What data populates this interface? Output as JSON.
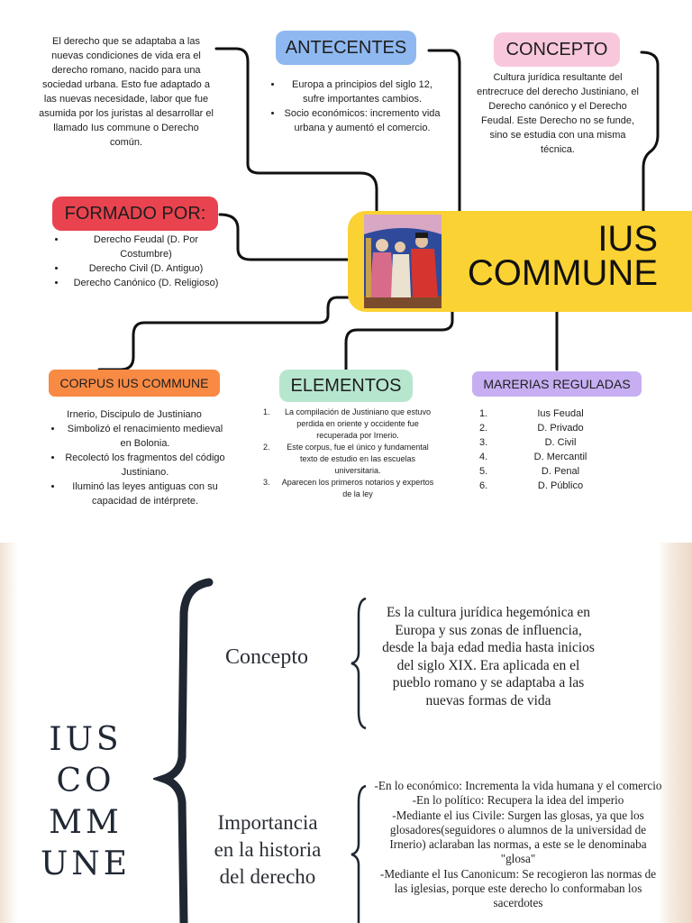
{
  "intro_text": "El derecho que se adaptaba a las nuevas condiciones de vida era el derecho romano, nacido para una sociedad urbana. Esto fue adaptado a las nuevas necesidade, labor que fue asumida por los juristas al desarrollar el llamado Ius commune o Derecho común.",
  "antecedentes": {
    "title": "ANTECENTES",
    "items": [
      "Europa a principios del siglo 12, sufre importantes cambios.",
      "Socio económicos: incremento vida urbana y aumentó el comercio."
    ]
  },
  "concepto": {
    "title": "CONCEPTO",
    "text": "Cultura jurídica resultante del entrecruce del derecho Justiniano, el Derecho canónico y el Derecho Feudal. Este Derecho no se funde, sino se estudia con una misma técnica."
  },
  "formado": {
    "title": "FORMADO POR:",
    "items": [
      "Derecho Feudal (D. Por Costumbre)",
      "Derecho Civil (D. Antiguo)",
      "Derecho Canónico (D. Religioso)"
    ]
  },
  "center": {
    "line1": "IUS",
    "line2": "COMMUNE"
  },
  "corpus": {
    "title": "CORPUS IUS COMMUNE",
    "lead": "Irnerio, Discipulo de Justiniano",
    "items": [
      "Simbolizó el renacimiento medieval en Bolonia.",
      "Recolectó los fragmentos del código Justiniano.",
      "Iluminó las leyes antiguas con su capacidad de intérprete."
    ]
  },
  "elementos": {
    "title": "ELEMENTOS",
    "items": [
      {
        "n": "1.",
        "t": "La compilación de Justiniano que estuvo perdida en oriente y occidente fue recuperada por Irnerio."
      },
      {
        "n": "2.",
        "t": "Este corpus, fue el único y fundamental texto de estudio en las escuelas universitaria."
      },
      {
        "n": "3.",
        "t": "Aparecen los primeros notarios y expertos de la ley"
      }
    ]
  },
  "materias": {
    "title": "MARERIAS REGULADAS",
    "items": [
      {
        "n": "1.",
        "t": "Ius Feudal"
      },
      {
        "n": "2.",
        "t": "D. Privado"
      },
      {
        "n": "3.",
        "t": "D. Civil"
      },
      {
        "n": "4.",
        "t": "D. Mercantil"
      },
      {
        "n": "5.",
        "t": "D. Penal"
      },
      {
        "n": "6.",
        "t": "D. Público"
      }
    ]
  },
  "bottom": {
    "big_title": [
      "IUS",
      "CO",
      "MM",
      "UNE"
    ],
    "concepto_label": "Concepto",
    "concepto_text": "Es la cultura jurídica hegemónica en Europa y sus zonas de influencia, desde la baja edad media hasta inicios del siglo XIX. Era aplicada en el pueblo romano y se adaptaba a las nuevas formas de vida",
    "importancia_label": [
      "Importancia",
      "en la historia",
      "del derecho"
    ],
    "importancia_lines": [
      "-En lo económico: Incrementa la vida humana y el comercio",
      "-En lo político: Recupera la idea del imperio",
      "-Mediante el ius Civile: Surgen las glosas, ya que los glosadores(seguidores o alumnos de la universidad de Irnerio) aclaraban las normas, a este se le denominaba \"glosa\"",
      "-Mediante el Ius Canonicum: Se recogieron las normas de las iglesias, porque este derecho lo conformaban los sacerdotes"
    ]
  },
  "colors": {
    "blue": "#8fb8f0",
    "pink": "#f8c7dc",
    "red": "#e9434f",
    "yellow": "#fbd233",
    "orange": "#f88a44",
    "mint": "#b7e6cf",
    "purple": "#c7aef2"
  }
}
